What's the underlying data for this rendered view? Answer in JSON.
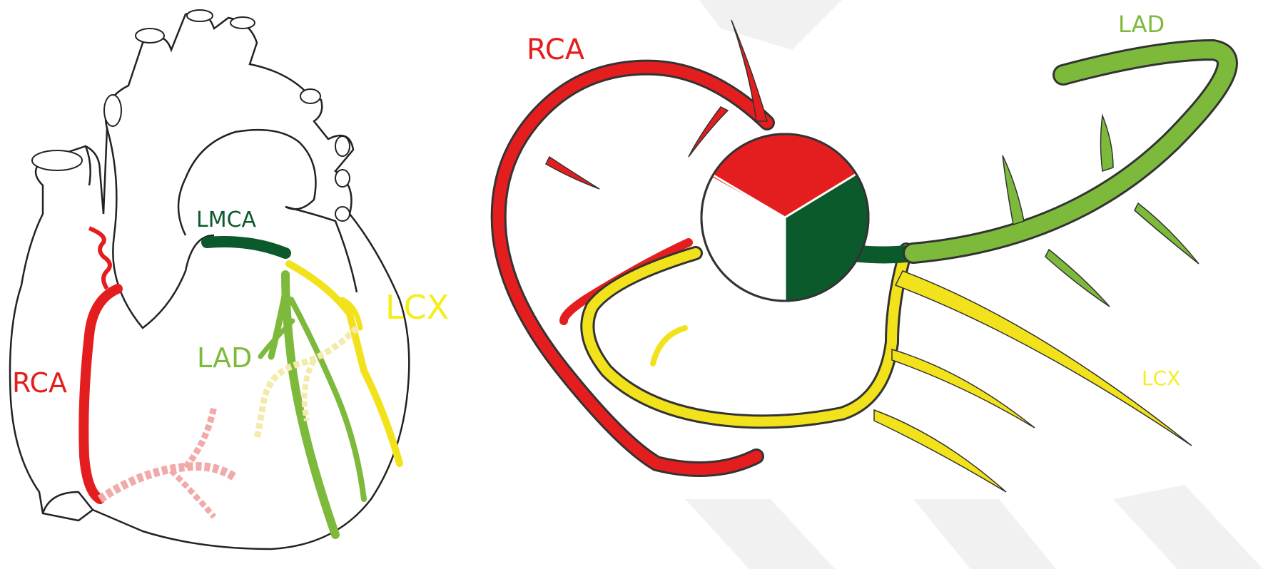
{
  "colors": {
    "rca": "#e41e1e",
    "lmca": "#0b5a2c",
    "lad": "#7dba3c",
    "lcx": "#f2e21c",
    "lcx_label": "#f5ee1a",
    "rca_pda": "#f2a9a9",
    "outline": "#222222"
  },
  "left_diagram": {
    "labels": {
      "lmca": "LMCA",
      "lcx": "LCX",
      "lad": "LAD",
      "rca": "RCA"
    }
  },
  "right_diagram": {
    "labels": {
      "rca": "RCA",
      "lad": "LAD",
      "lcx": "LCX"
    }
  }
}
